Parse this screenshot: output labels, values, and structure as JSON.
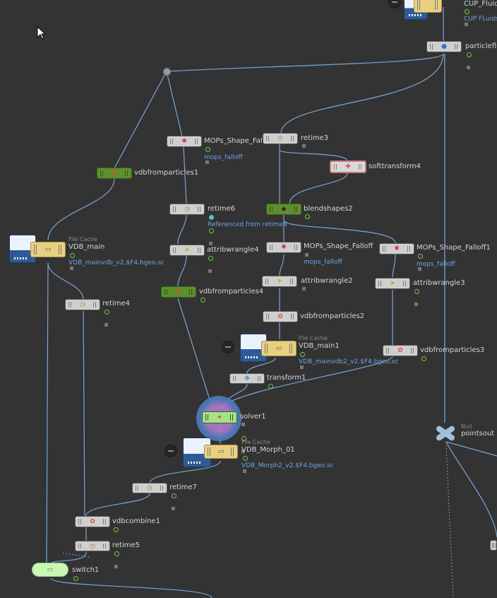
{
  "nodes": {
    "cup_fluids": {
      "caption": "",
      "label": "CUP_Fluids",
      "sub": "CUP FLuids"
    },
    "particlefluid": {
      "label": "particleflu"
    },
    "mops_shape_falloff_a": {
      "label": "MOPs_Shape_Fall",
      "sub": "mops_falloff"
    },
    "retime3": {
      "label": "retime3"
    },
    "softtransform4": {
      "label": "softtransform4"
    },
    "vdbfromparticles1": {
      "label": "vdbfromparticles1"
    },
    "retime6": {
      "label": "retime6",
      "sub": "Referenced from retime4"
    },
    "blendshapes2": {
      "label": "blendshapes2"
    },
    "vdb_main": {
      "caption": "File Cache",
      "label": "VDB_main",
      "sub": "VDB_mainvdb_v2.$F4.bgeo.sc"
    },
    "mops_shape_falloff": {
      "label": "MOPs_Shape_Falloff",
      "sub": "mops_falloff"
    },
    "mops_shape_falloff1": {
      "label": "MOPs_Shape_Falloff1",
      "sub": "mops_falloff"
    },
    "attribwrangle4": {
      "label": "attribwrangle4"
    },
    "attribwrangle2": {
      "label": "attribwrangle2"
    },
    "attribwrangle3": {
      "label": "attribwrangle3"
    },
    "vdbfromparticles4": {
      "label": "vdbfromparticles4"
    },
    "retime4": {
      "label": "retime4"
    },
    "vdbfromparticles2": {
      "label": "vdbfromparticles2"
    },
    "vdb_main1": {
      "caption": "File Cache",
      "label": "VDB_main1",
      "sub": "VDB_mainvdb2_v2.$F4.bgeo.sc"
    },
    "vdbfromparticles3": {
      "label": "vdbfromparticles3"
    },
    "transform1": {
      "label": "transform1"
    },
    "solver1": {
      "label": "solver1"
    },
    "pointsout": {
      "caption": "Null",
      "label": "pointsout"
    },
    "vdb_morph_01": {
      "caption": "File Cache",
      "label": "VDB_Morph_01",
      "sub": "VDB_Morph2_v2.$F4.bgeo.sc"
    },
    "retime7": {
      "label": "retime7"
    },
    "vdbcombine1": {
      "label": "vdbcombine1"
    },
    "retime5": {
      "label": "retime5"
    },
    "switch1": {
      "label": "switch1"
    }
  },
  "colors": {
    "background": "#333333",
    "wire": "#7aa6d6",
    "label": "#d6d6d6",
    "subtext": "#6fa3e5",
    "vdb_node": "#5d8f2e",
    "file_cache_node": "#e9cf7f",
    "switch_node": "#c9f7b4"
  },
  "icons": {
    "retime": "clock-icon",
    "vdbfromparticles": "vdb-icon",
    "attribwrangle": "wrangle-icon",
    "mops": "falloff-icon",
    "file_cache": "disk-icon",
    "transform": "transform-icon",
    "null": "null-x-icon",
    "solver": "solver-icon"
  }
}
